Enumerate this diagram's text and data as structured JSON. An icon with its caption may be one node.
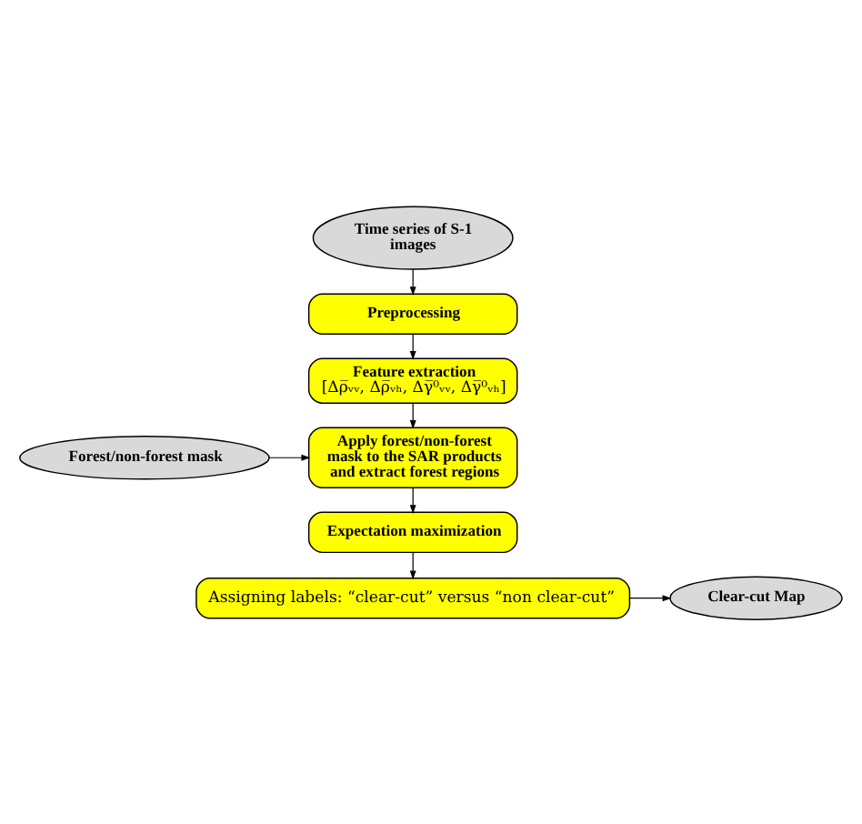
{
  "diagram": {
    "nodes": [
      {
        "text": [
          "Time series of S-1 images"
        ]
      },
      {
        "text": [
          "Preprocessing"
        ]
      },
      {
        "text": [
          "Feature extraction",
          "[Δρ̅ᵥᵥ, Δρ̅ᵥₕ, Δγ̅⁰ᵥᵥ, Δγ̅⁰ᵥₕ]"
        ]
      },
      {
        "text": [
          "Apply forest/non-forest mask to the SAR products and extract forest regions"
        ]
      },
      {
        "text": [
          "Forest/non-forest mask"
        ]
      },
      {
        "text": [
          "Expectation maximization"
        ]
      },
      {
        "text": [
          "Assigning labels: “clear-cut” versus “non clear-cut”"
        ]
      },
      {
        "text": [
          "Clear-cut Map"
        ]
      }
    ],
    "edges": [
      {
        "from": 0,
        "to": 1,
        "arrow": "to"
      },
      {
        "from": 1,
        "to": 2,
        "arrow": "to"
      },
      {
        "from": 2,
        "to": 3,
        "arrow": "to"
      },
      {
        "from": 4,
        "to": 3,
        "arrow": "to"
      },
      {
        "from": 3,
        "to": 5,
        "arrow": "to"
      },
      {
        "from": 5,
        "to": 6,
        "arrow": "to"
      },
      {
        "from": 6,
        "to": 7,
        "arrow": "to"
      }
    ]
  }
}
